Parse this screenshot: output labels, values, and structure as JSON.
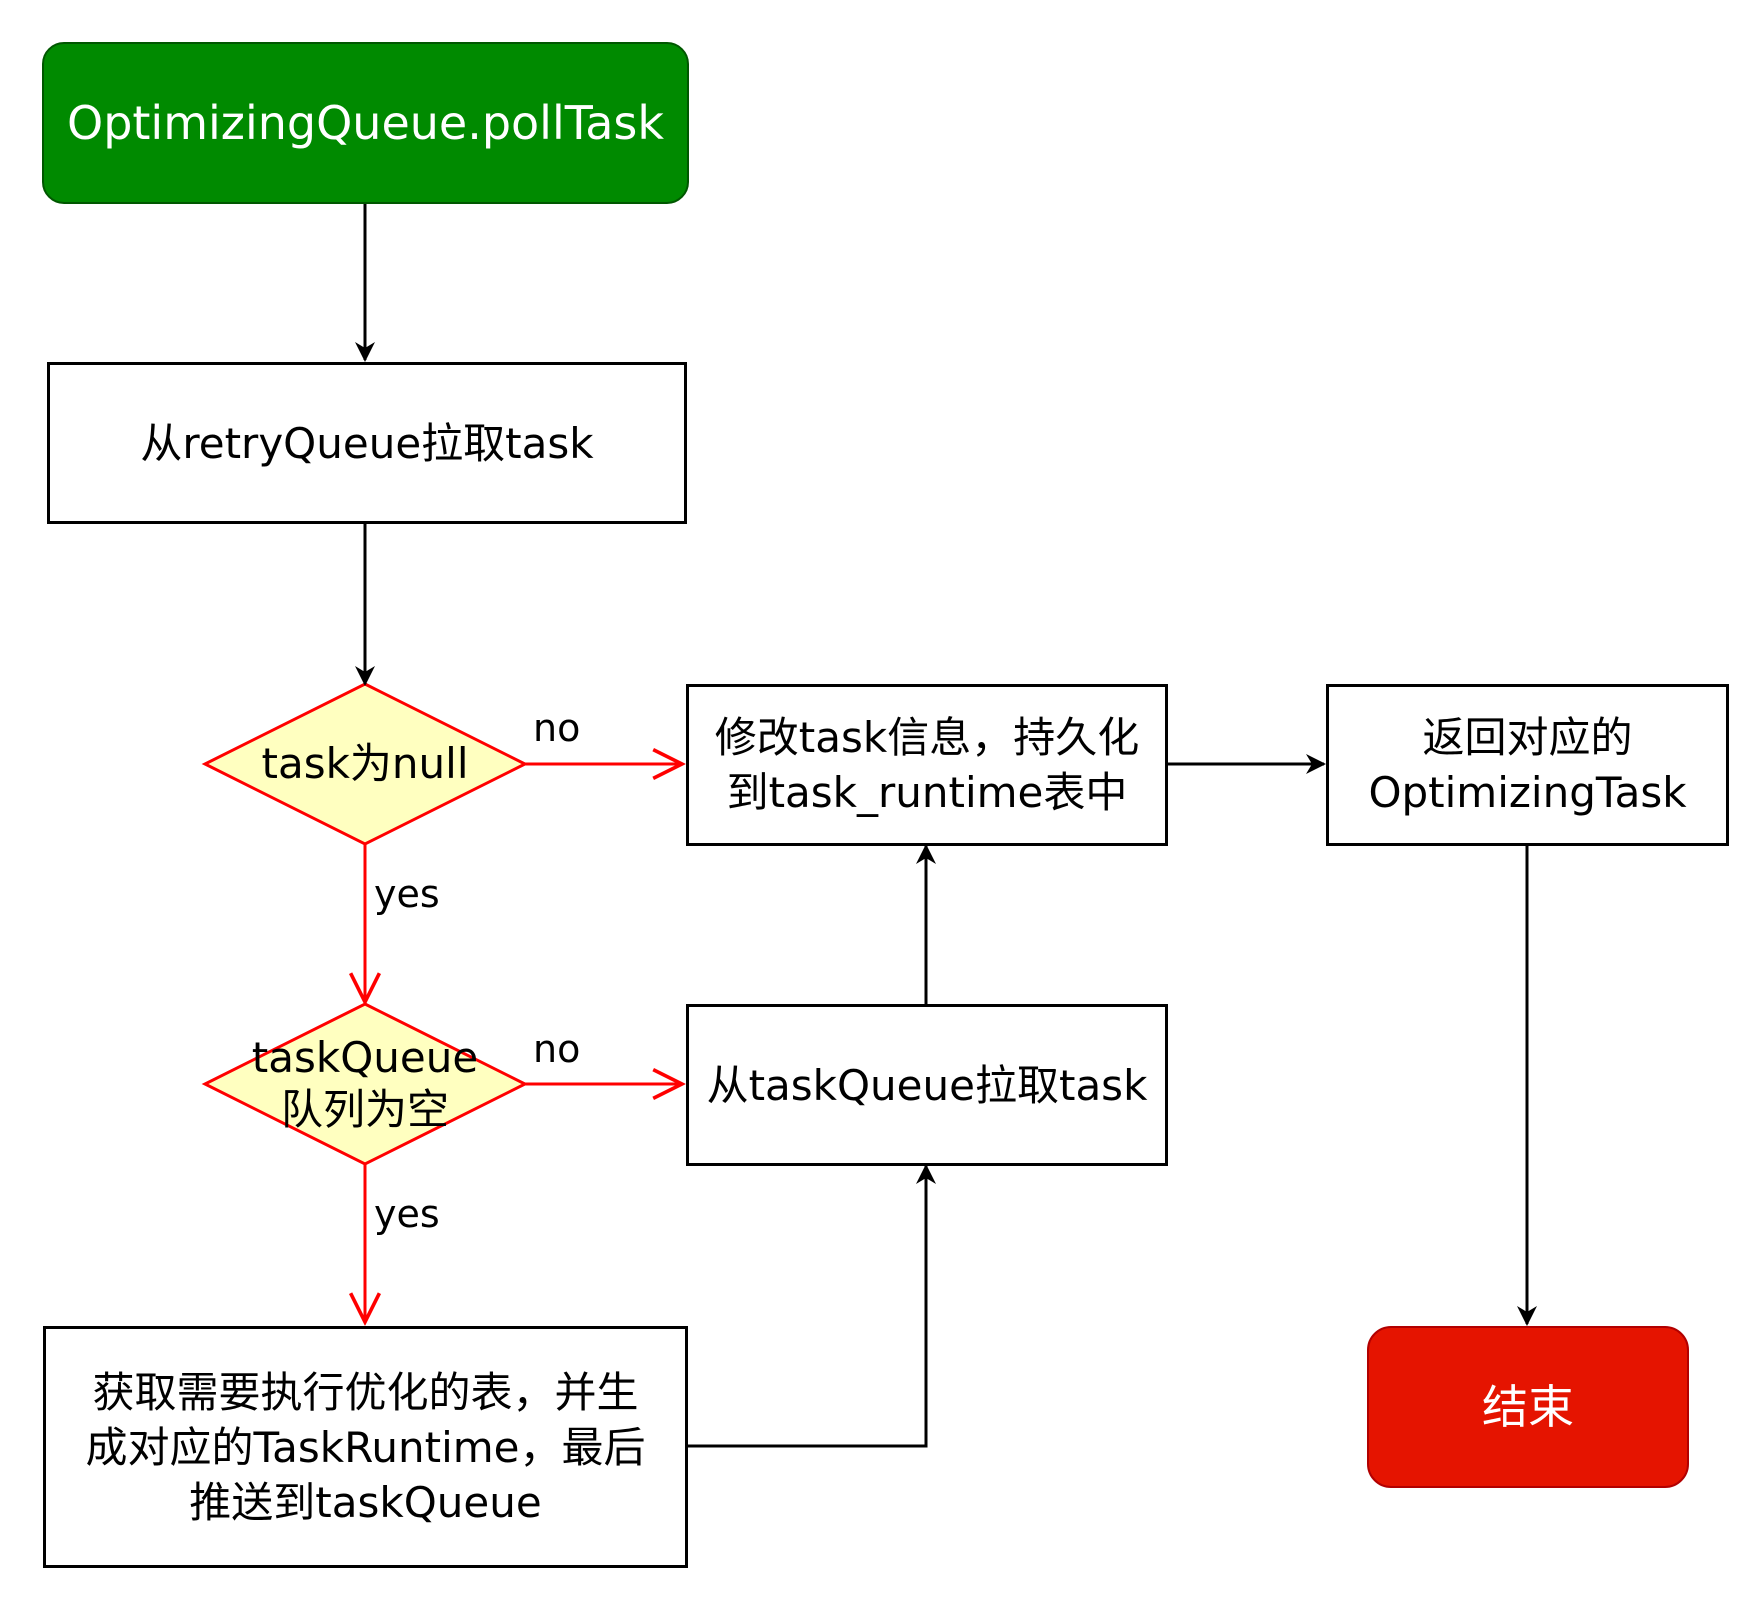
{
  "nodes": {
    "start": "OptimizingQueue.pollTask",
    "retry_pull": "从retryQueue拉取task",
    "task_null": "task为null",
    "queue_empty": "taskQueue\n队列为空",
    "modify_task": "修改task信息，持久化\n到task_runtime表中",
    "return_task": "返回对应的\nOptimizingTask",
    "pull_task_queue": "从taskQueue拉取task",
    "get_tables": "获取需要执行优化的表，并生\n成对应的TaskRuntime，最后\n推送到taskQueue",
    "end": "结束"
  },
  "edge_labels": {
    "null_no": "no",
    "null_yes": "yes",
    "empty_no": "no",
    "empty_yes": "yes"
  },
  "colors": {
    "start_fill": "#008a00",
    "end_fill": "#e51400",
    "decision_fill": "#ffffc0",
    "decision_stroke": "#ff0000",
    "edge_black": "#000000",
    "edge_red": "#ff0000"
  }
}
